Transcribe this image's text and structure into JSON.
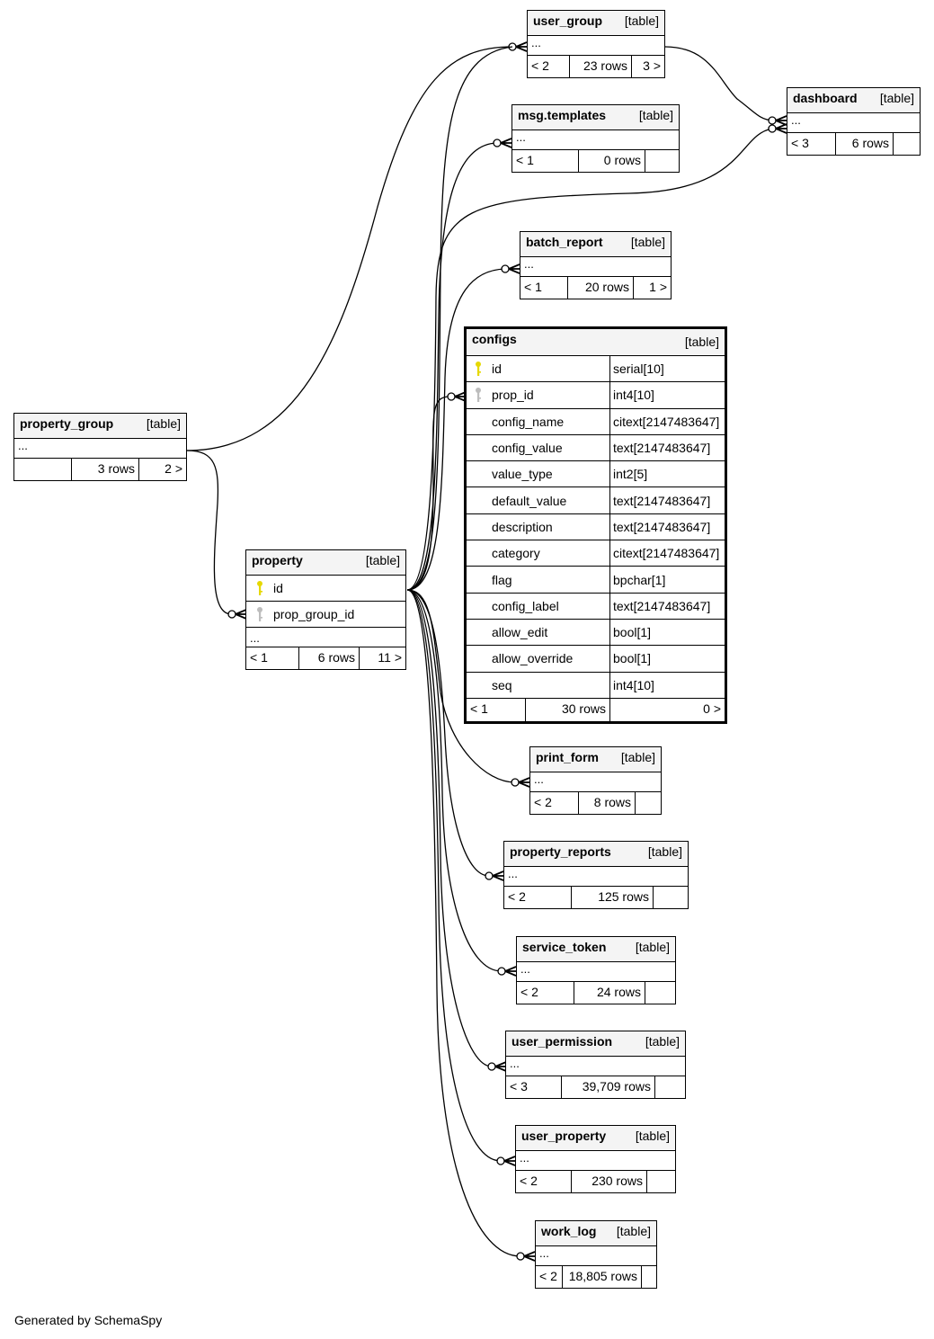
{
  "diagram": {
    "credit": "Generated by SchemaSpy",
    "tables": {
      "user_group": {
        "name": "user_group",
        "type": "[table]",
        "ellipsis": "...",
        "parents": "< 2",
        "rows": "23 rows",
        "children": "3 >"
      },
      "msg_templates": {
        "name": "msg.templates",
        "type": "[table]",
        "ellipsis": "...",
        "parents": "< 1",
        "rows": "0 rows",
        "children": ""
      },
      "dashboard": {
        "name": "dashboard",
        "type": "[table]",
        "ellipsis": "...",
        "parents": "< 3",
        "rows": "6 rows",
        "children": ""
      },
      "batch_report": {
        "name": "batch_report",
        "type": "[table]",
        "ellipsis": "...",
        "parents": "< 1",
        "rows": "20 rows",
        "children": "1 >"
      },
      "property_group": {
        "name": "property_group",
        "type": "[table]",
        "ellipsis": "...",
        "parents": "",
        "rows": "3 rows",
        "children": "2 >"
      },
      "property": {
        "name": "property",
        "type": "[table]",
        "ellipsis": "...",
        "parents": "< 1",
        "rows": "6 rows",
        "children": "11 >",
        "columns": [
          {
            "name": "id",
            "key": "primary"
          },
          {
            "name": "prop_group_id",
            "key": "foreign"
          }
        ]
      },
      "configs": {
        "name": "configs",
        "type": "[table]",
        "parents": "< 1",
        "rows": "30 rows",
        "children": "0 >",
        "columns": [
          {
            "name": "id",
            "type": "serial[10]",
            "key": "primary"
          },
          {
            "name": "prop_id",
            "type": "int4[10]",
            "key": "foreign"
          },
          {
            "name": "config_name",
            "type": "citext[2147483647]",
            "key": ""
          },
          {
            "name": "config_value",
            "type": "text[2147483647]",
            "key": ""
          },
          {
            "name": "value_type",
            "type": "int2[5]",
            "key": ""
          },
          {
            "name": "default_value",
            "type": "text[2147483647]",
            "key": ""
          },
          {
            "name": "description",
            "type": "text[2147483647]",
            "key": ""
          },
          {
            "name": "category",
            "type": "citext[2147483647]",
            "key": ""
          },
          {
            "name": "flag",
            "type": "bpchar[1]",
            "key": ""
          },
          {
            "name": "config_label",
            "type": "text[2147483647]",
            "key": ""
          },
          {
            "name": "allow_edit",
            "type": "bool[1]",
            "key": ""
          },
          {
            "name": "allow_override",
            "type": "bool[1]",
            "key": ""
          },
          {
            "name": "seq",
            "type": "int4[10]",
            "key": ""
          }
        ]
      },
      "print_form": {
        "name": "print_form",
        "type": "[table]",
        "ellipsis": "...",
        "parents": "< 2",
        "rows": "8 rows",
        "children": ""
      },
      "property_reports": {
        "name": "property_reports",
        "type": "[table]",
        "ellipsis": "...",
        "parents": "< 2",
        "rows": "125 rows",
        "children": ""
      },
      "service_token": {
        "name": "service_token",
        "type": "[table]",
        "ellipsis": "...",
        "parents": "< 2",
        "rows": "24 rows",
        "children": ""
      },
      "user_permission": {
        "name": "user_permission",
        "type": "[table]",
        "ellipsis": "...",
        "parents": "< 3",
        "rows": "39,709 rows",
        "children": ""
      },
      "user_property": {
        "name": "user_property",
        "type": "[table]",
        "ellipsis": "...",
        "parents": "< 2",
        "rows": "230 rows",
        "children": ""
      },
      "work_log": {
        "name": "work_log",
        "type": "[table]",
        "ellipsis": "...",
        "parents": "< 2",
        "rows": "18,805 rows",
        "children": ""
      }
    },
    "relationships": [
      {
        "from": "property_group",
        "to": "property",
        "cardinality": "one-to-zero-or-many"
      },
      {
        "from": "property_group",
        "to": "user_group",
        "cardinality": "one-to-zero-or-many"
      },
      {
        "from": "property",
        "to": "user_group",
        "cardinality": "one-to-zero-or-many"
      },
      {
        "from": "property",
        "to": "msg_templates",
        "cardinality": "one-to-zero-or-many"
      },
      {
        "from": "property",
        "to": "dashboard",
        "cardinality": "one-to-zero-or-many"
      },
      {
        "from": "user_group",
        "to": "dashboard",
        "cardinality": "one-to-zero-or-many"
      },
      {
        "from": "property",
        "to": "batch_report",
        "cardinality": "one-to-zero-or-many"
      },
      {
        "from": "property",
        "to": "configs",
        "cardinality": "one-to-zero-or-many"
      },
      {
        "from": "property",
        "to": "print_form",
        "cardinality": "one-to-zero-or-many"
      },
      {
        "from": "property",
        "to": "property_reports",
        "cardinality": "one-to-zero-or-many"
      },
      {
        "from": "property",
        "to": "service_token",
        "cardinality": "one-to-zero-or-many"
      },
      {
        "from": "property",
        "to": "user_permission",
        "cardinality": "one-to-zero-or-many"
      },
      {
        "from": "property",
        "to": "user_property",
        "cardinality": "one-to-zero-or-many"
      },
      {
        "from": "property",
        "to": "work_log",
        "cardinality": "one-to-zero-or-many"
      }
    ],
    "colors": {
      "primary_key": "#e6d800",
      "foreign_key": "#bdbdbd",
      "header_bg": "#f4f4f4",
      "line": "#000000"
    }
  }
}
